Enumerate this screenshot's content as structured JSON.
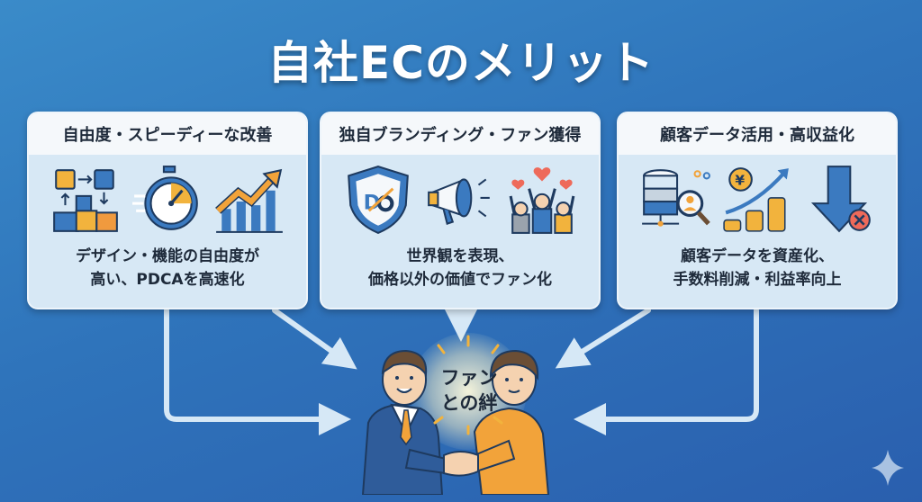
{
  "title": "自社ECのメリット",
  "cards": [
    {
      "heading": "自由度・スピーディーな改善",
      "icons": [
        "puzzle-icon",
        "stopwatch-icon",
        "growth-chart-icon"
      ],
      "body_line1": "デザイン・機能の自由度が",
      "body_line2": "高い、PDCAを高速化"
    },
    {
      "heading": "独自ブランディング・ファン獲得",
      "icons": [
        "brand-shield-icon",
        "megaphone-icon",
        "cheering-fans-icon"
      ],
      "body_line1": "世界観を表現、",
      "body_line2": "価格以外の価値でファン化"
    },
    {
      "heading": "顧客データ活用・高収益化",
      "icons": [
        "customer-database-icon",
        "yen-coins-growth-icon",
        "cost-down-icon"
      ],
      "body_line1": "顧客データを資産化、",
      "body_line2": "手数料削減・利益率向上"
    }
  ],
  "center": {
    "label_line1": "ファン",
    "label_line2": "との絆",
    "illustration": "handshake-illustration"
  },
  "colors": {
    "background_top": "#3a8bc9",
    "background_bottom": "#2a5fae",
    "card_bg": "#d7e8f5",
    "card_header_bg": "#f5f8fb",
    "accent_orange": "#f2a33a",
    "accent_blue": "#3b7ac0",
    "navy": "#1e3a5f",
    "arrow": "#d6e8f6"
  }
}
